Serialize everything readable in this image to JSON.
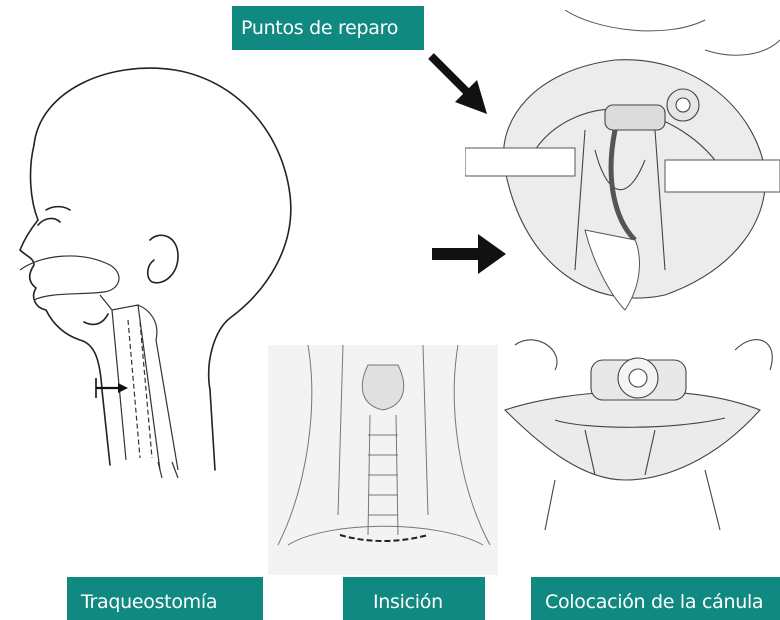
{
  "labels": {
    "repair_points": "Puntos de reparo",
    "tracheostomy": "Traqueostomía",
    "incision": "Insición",
    "cannula_placement": "Colocación de la cánula"
  },
  "colors": {
    "label_bg": "#108a80",
    "label_text": "#ffffff",
    "line_art": "#222222",
    "arrow": "#111111"
  }
}
